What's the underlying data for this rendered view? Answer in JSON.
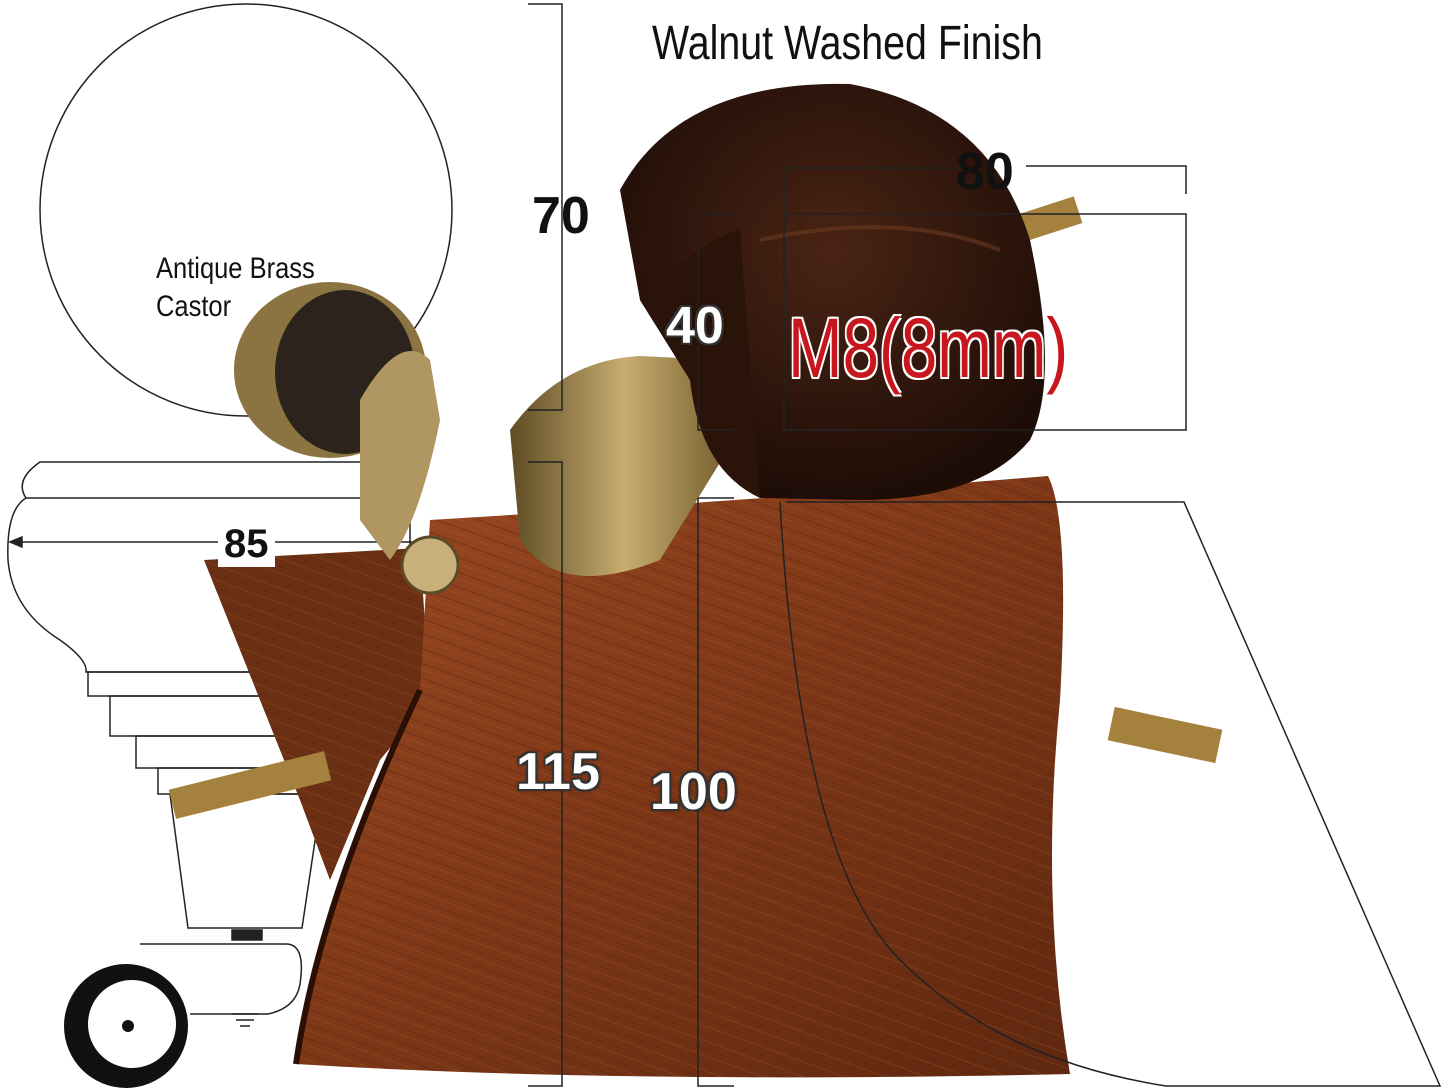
{
  "title": "Walnut Washed Finish",
  "castor_label": [
    "Antique Brass",
    "Castor"
  ],
  "dimensions": {
    "height_top": "70",
    "diameter": "80",
    "neck": "40",
    "thread": "M8(8mm)",
    "width": "85",
    "height_total": "115",
    "height_leg": "100"
  },
  "colors": {
    "wood": "#8a3f1c",
    "wood_dark": "#3a1a0e",
    "brass": "#a98a4a",
    "thread_label": "#c8161e"
  }
}
